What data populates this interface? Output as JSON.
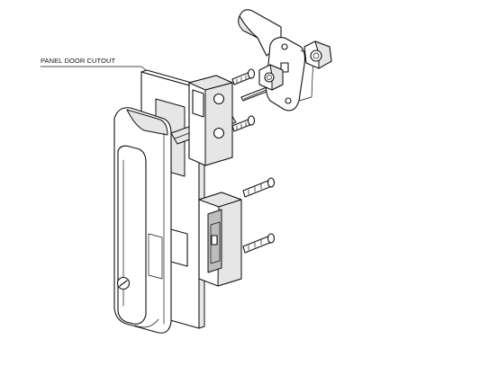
{
  "diagram": {
    "callouts": [
      {
        "label": "PANEL DOOR CUTOUT",
        "target": "panel-door-cutout"
      }
    ],
    "parts": [
      {
        "name": "swing-handle"
      },
      {
        "name": "panel-door-cutout"
      },
      {
        "name": "upper-mounting-block"
      },
      {
        "name": "lower-mounting-block"
      },
      {
        "name": "mounting-screw",
        "count": 4
      },
      {
        "name": "pawl-cam"
      },
      {
        "name": "cam-plate"
      },
      {
        "name": "hex-nut",
        "count": 2
      },
      {
        "name": "spring-pin"
      }
    ],
    "colors": {
      "line": "#111111",
      "fill": "#ffffff",
      "shade": "#e6e6e6",
      "dark": "#bdbdbd"
    }
  }
}
